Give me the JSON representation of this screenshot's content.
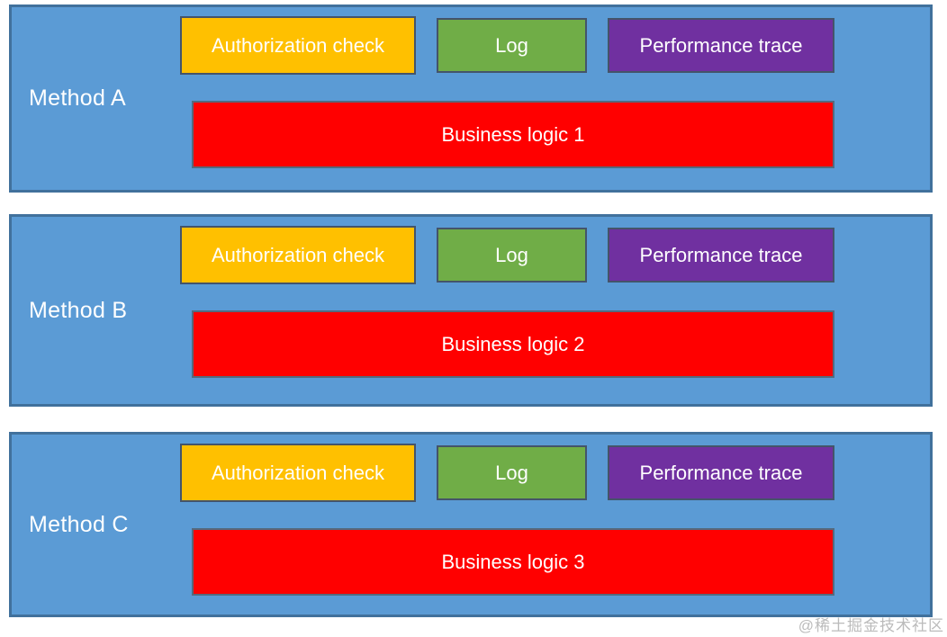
{
  "diagram": {
    "description": "Cross-cutting concerns diagram: each method contains authorization check, log, performance trace and business logic blocks",
    "colors": {
      "method_fill": "#5B9BD5",
      "method_border": "#41719C",
      "auth_fill": "#FFC000",
      "log_fill": "#70AD47",
      "trace_fill": "#7030A0",
      "business_fill": "#FF0000",
      "block_border": "#44546A",
      "text": "#FFFFFF"
    },
    "methods": [
      {
        "label": "Method A",
        "blocks": {
          "auth": "Authorization check",
          "log": "Log",
          "trace": "Performance trace",
          "business": "Business logic 1"
        }
      },
      {
        "label": "Method B",
        "blocks": {
          "auth": "Authorization check",
          "log": "Log",
          "trace": "Performance trace",
          "business": "Business logic 2"
        }
      },
      {
        "label": "Method C",
        "blocks": {
          "auth": "Authorization check",
          "log": "Log",
          "trace": "Performance trace",
          "business": "Business logic 3"
        }
      }
    ]
  },
  "watermark": {
    "text": "@稀土掘金技术社区",
    "color": "#919191"
  }
}
